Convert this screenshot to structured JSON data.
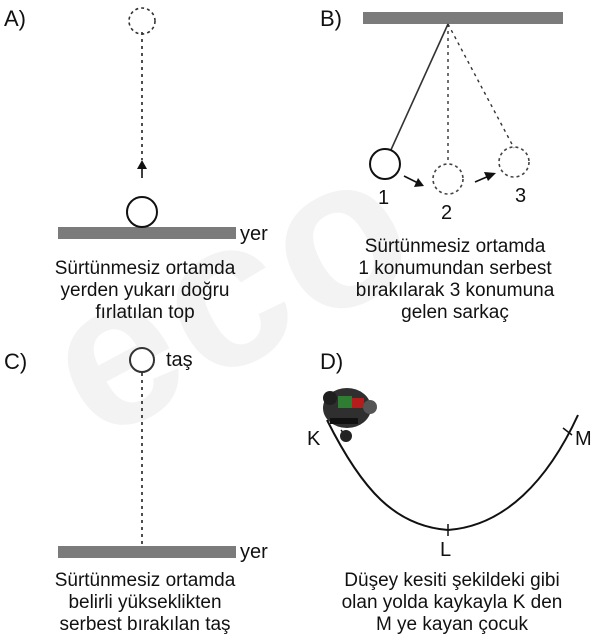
{
  "panels": {
    "a": {
      "letter": "A)",
      "ground_label": "yer",
      "caption": [
        "Sürtünmesiz ortamda",
        "yerden yukarı doğru",
        "fırlatılan top"
      ]
    },
    "b": {
      "letter": "B)",
      "positions": [
        "1",
        "2",
        "3"
      ],
      "caption": [
        "Sürtünmesiz ortamda",
        "1 konumundan serbest",
        "bırakılarak 3 konumuna",
        "gelen sarkaç"
      ]
    },
    "c": {
      "letter": "C)",
      "object_label": "taş",
      "ground_label": "yer",
      "caption": [
        "Sürtünmesiz ortamda",
        "belirli yükseklikten",
        "serbest bırakılan taş"
      ]
    },
    "d": {
      "letter": "D)",
      "points": [
        "K",
        "L",
        "M"
      ],
      "caption": [
        "Düşey kesiti şekildeki gibi",
        "olan yolda kaykayla K den",
        "M ye kayan çocuk"
      ]
    }
  }
}
